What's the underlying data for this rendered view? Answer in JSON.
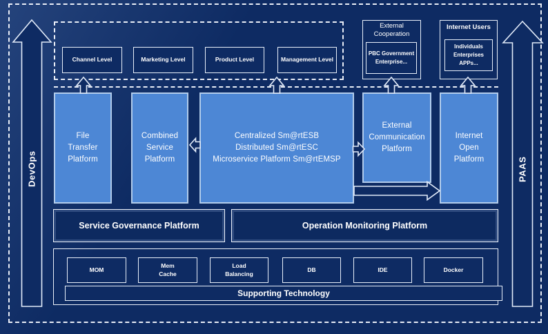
{
  "colors": {
    "background": "#0e2b63",
    "platform_blue": "#4d87d5",
    "platform_border": "#b2cceb",
    "line_white": "#f6f9ff",
    "text": "#ffffff"
  },
  "rails": {
    "left_label": "DevOps",
    "right_label": "PAAS"
  },
  "levels": [
    "Channel Level",
    "Marketing Level",
    "Product Level",
    "Management Level"
  ],
  "external_cooperation": {
    "title": "External\nCooperation",
    "members": "PBC Government\nEnterprise..."
  },
  "internet_users": {
    "title": "Internet Users",
    "members": "Individuals\nEnterprises\nAPPs..."
  },
  "platforms": {
    "file_transfer": "File\nTransfer\nPlatform",
    "combined_service": "Combined\nService\nPlatform",
    "esb_core": "Centralized Sm@rtESB\nDistributed Sm@rtESC\nMicroservice Platform Sm@rtEMSP",
    "external_communication": "External\nCommunication\nPlatform",
    "internet_open": "Internet\nOpen\nPlatform"
  },
  "management_platforms": {
    "service_governance": "Service Governance Platform",
    "operation_monitoring": "Operation Monitoring Platform"
  },
  "supporting": {
    "technologies": [
      "MOM",
      "Mem\nCache",
      "Load\nBalancing",
      "DB",
      "IDE",
      "Docker"
    ],
    "bar_label": "Supporting Technology"
  }
}
